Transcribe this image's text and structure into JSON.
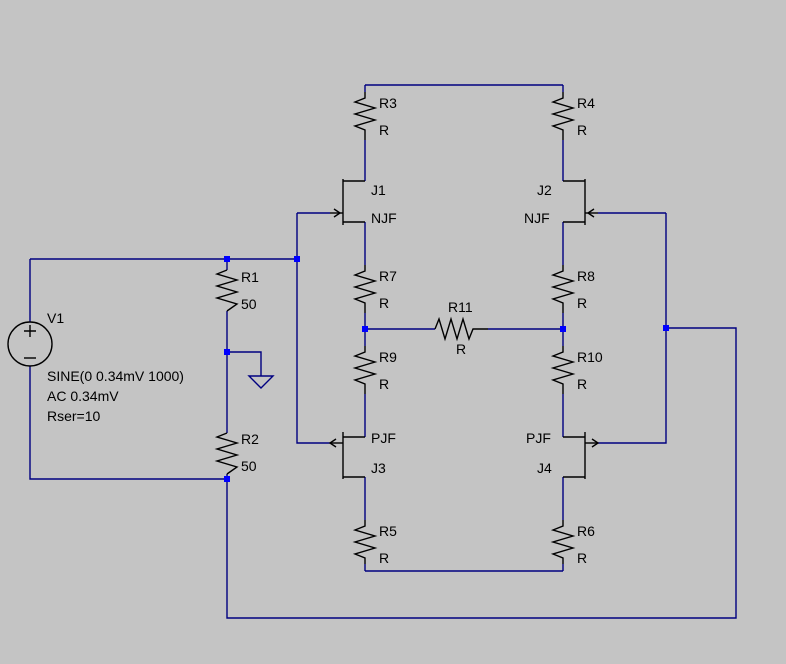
{
  "schematic": {
    "background": "#c4c4c4",
    "wire_color": "#000080",
    "node_color": "#0000ff",
    "component_color": "#000000",
    "ground_icon": "ground-symbol-icon",
    "source_icon": "voltage-source-icon",
    "components": {
      "v1": {
        "ref": "V1",
        "spec1": "SINE(0 0.34mV 1000)",
        "spec2": "AC 0.34mV",
        "spec3": "Rser=10"
      },
      "r1": {
        "ref": "R1",
        "value": "50"
      },
      "r2": {
        "ref": "R2",
        "value": "50"
      },
      "r3": {
        "ref": "R3",
        "value": "R"
      },
      "r4": {
        "ref": "R4",
        "value": "R"
      },
      "r5": {
        "ref": "R5",
        "value": "R"
      },
      "r6": {
        "ref": "R6",
        "value": "R"
      },
      "r7": {
        "ref": "R7",
        "value": "R"
      },
      "r8": {
        "ref": "R8",
        "value": "R"
      },
      "r9": {
        "ref": "R9",
        "value": "R"
      },
      "r10": {
        "ref": "R10",
        "value": "R"
      },
      "r11": {
        "ref": "R11",
        "value": "R"
      },
      "j1": {
        "ref": "J1",
        "model": "NJF"
      },
      "j2": {
        "ref": "J2",
        "model": "NJF"
      },
      "j3": {
        "ref": "J3",
        "model": "PJF"
      },
      "j4": {
        "ref": "J4",
        "model": "PJF"
      }
    }
  }
}
